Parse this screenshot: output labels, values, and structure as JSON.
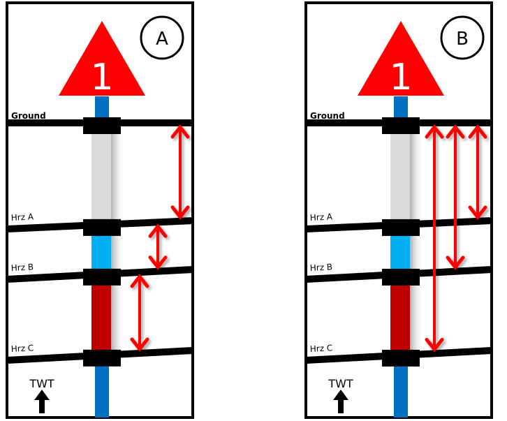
{
  "panels": [
    {
      "id": "A",
      "label": "A",
      "well_label": "1",
      "ground_label": "Ground",
      "horizons": [
        {
          "name": "Hrz A"
        },
        {
          "name": "Hrz B"
        },
        {
          "name": "Hrz C"
        }
      ],
      "intervals": [
        {
          "name": "Ground to Hrz A",
          "from": "Ground",
          "to": "Hrz A",
          "color": "#d9d9d9"
        },
        {
          "name": "Hrz A to Hrz B",
          "from": "Hrz A",
          "to": "Hrz B",
          "color": "#00b0f0"
        },
        {
          "name": "Hrz B to Hrz C",
          "from": "Hrz B",
          "to": "Hrz C",
          "color": "#c00000"
        }
      ],
      "arrows": [
        {
          "from": "Ground",
          "to": "Hrz A",
          "direction": "both"
        },
        {
          "from": "Hrz A",
          "to": "Hrz B",
          "direction": "both"
        },
        {
          "from": "Hrz B",
          "to": "Hrz C",
          "direction": "both"
        }
      ],
      "twt_label": "TWT"
    },
    {
      "id": "B",
      "label": "B",
      "well_label": "1",
      "ground_label": "Ground",
      "horizons": [
        {
          "name": "Hrz A"
        },
        {
          "name": "Hrz B"
        },
        {
          "name": "Hrz C"
        }
      ],
      "intervals": [
        {
          "name": "Ground to Hrz A",
          "from": "Ground",
          "to": "Hrz A",
          "color": "#d9d9d9"
        },
        {
          "name": "Hrz A to Hrz B",
          "from": "Hrz A",
          "to": "Hrz B",
          "color": "#00b0f0"
        },
        {
          "name": "Hrz B to Hrz C",
          "from": "Hrz B",
          "to": "Hrz C",
          "color": "#c00000"
        }
      ],
      "arrows": [
        {
          "from": "Ground",
          "to": "Hrz C",
          "direction": "both"
        },
        {
          "from": "Ground",
          "to": "Hrz B",
          "direction": "both"
        },
        {
          "from": "Ground",
          "to": "Hrz A",
          "direction": "both"
        }
      ],
      "twt_label": "TWT"
    }
  ],
  "colors": {
    "well_marker": "#ff0000",
    "wellbore": "#0070c0",
    "arrow": "#ff0000",
    "horizon": "#000000"
  }
}
